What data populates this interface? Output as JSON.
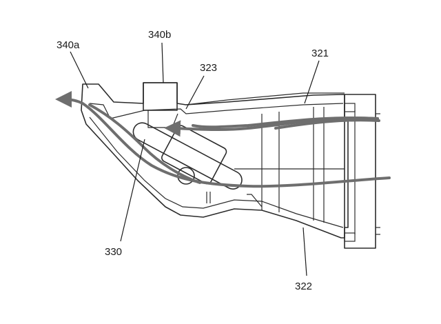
{
  "labels": {
    "l_340a": "340a",
    "l_340b": "340b",
    "l_323": "323",
    "l_321": "321",
    "l_330": "330",
    "l_322": "322"
  },
  "colors": {
    "outline": "#2b2b2b",
    "flow": "#6e6e6e",
    "background": "#ffffff"
  }
}
